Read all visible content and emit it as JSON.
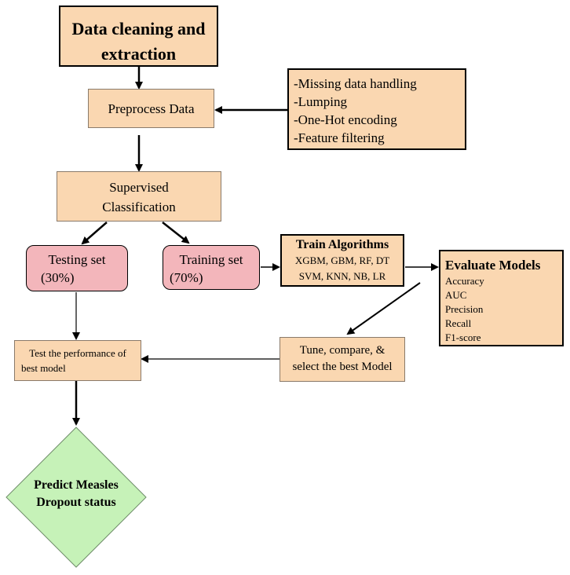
{
  "diagram": {
    "data_cleaning": {
      "line1": "Data cleaning and",
      "line2": "extraction"
    },
    "preprocess": "Preprocess Data",
    "preprocess_steps": [
      "-Missing data handling",
      "-Lumping",
      "-One-Hot encoding",
      "-Feature filtering"
    ],
    "supervised": {
      "line1": "Supervised",
      "line2": "Classification"
    },
    "testing_set": {
      "line1": "Testing set",
      "line2": "(30%)"
    },
    "training_set": {
      "line1": "Training set",
      "line2": "(70%)"
    },
    "train_algorithms": {
      "title": "Train Algorithms",
      "line1": "XGBM, GBM, RF, DT",
      "line2": "SVM, KNN, NB, LR"
    },
    "evaluate_models": {
      "title": "Evaluate Models",
      "metrics": [
        "Accuracy",
        "AUC",
        "Precision",
        "Recall",
        "F1-score"
      ]
    },
    "tune": {
      "line1": "Tune, compare, &",
      "line2": "select the best Model"
    },
    "test_best": {
      "line1": "Test the performance of",
      "line2": "best model"
    },
    "predict": {
      "line1": "Predict Measles",
      "line2": "Dropout status"
    }
  },
  "colors": {
    "box_fill": "#fad7b1",
    "pink_fill": "#f3b6bb",
    "diamond_fill": "#c6f2b8"
  }
}
